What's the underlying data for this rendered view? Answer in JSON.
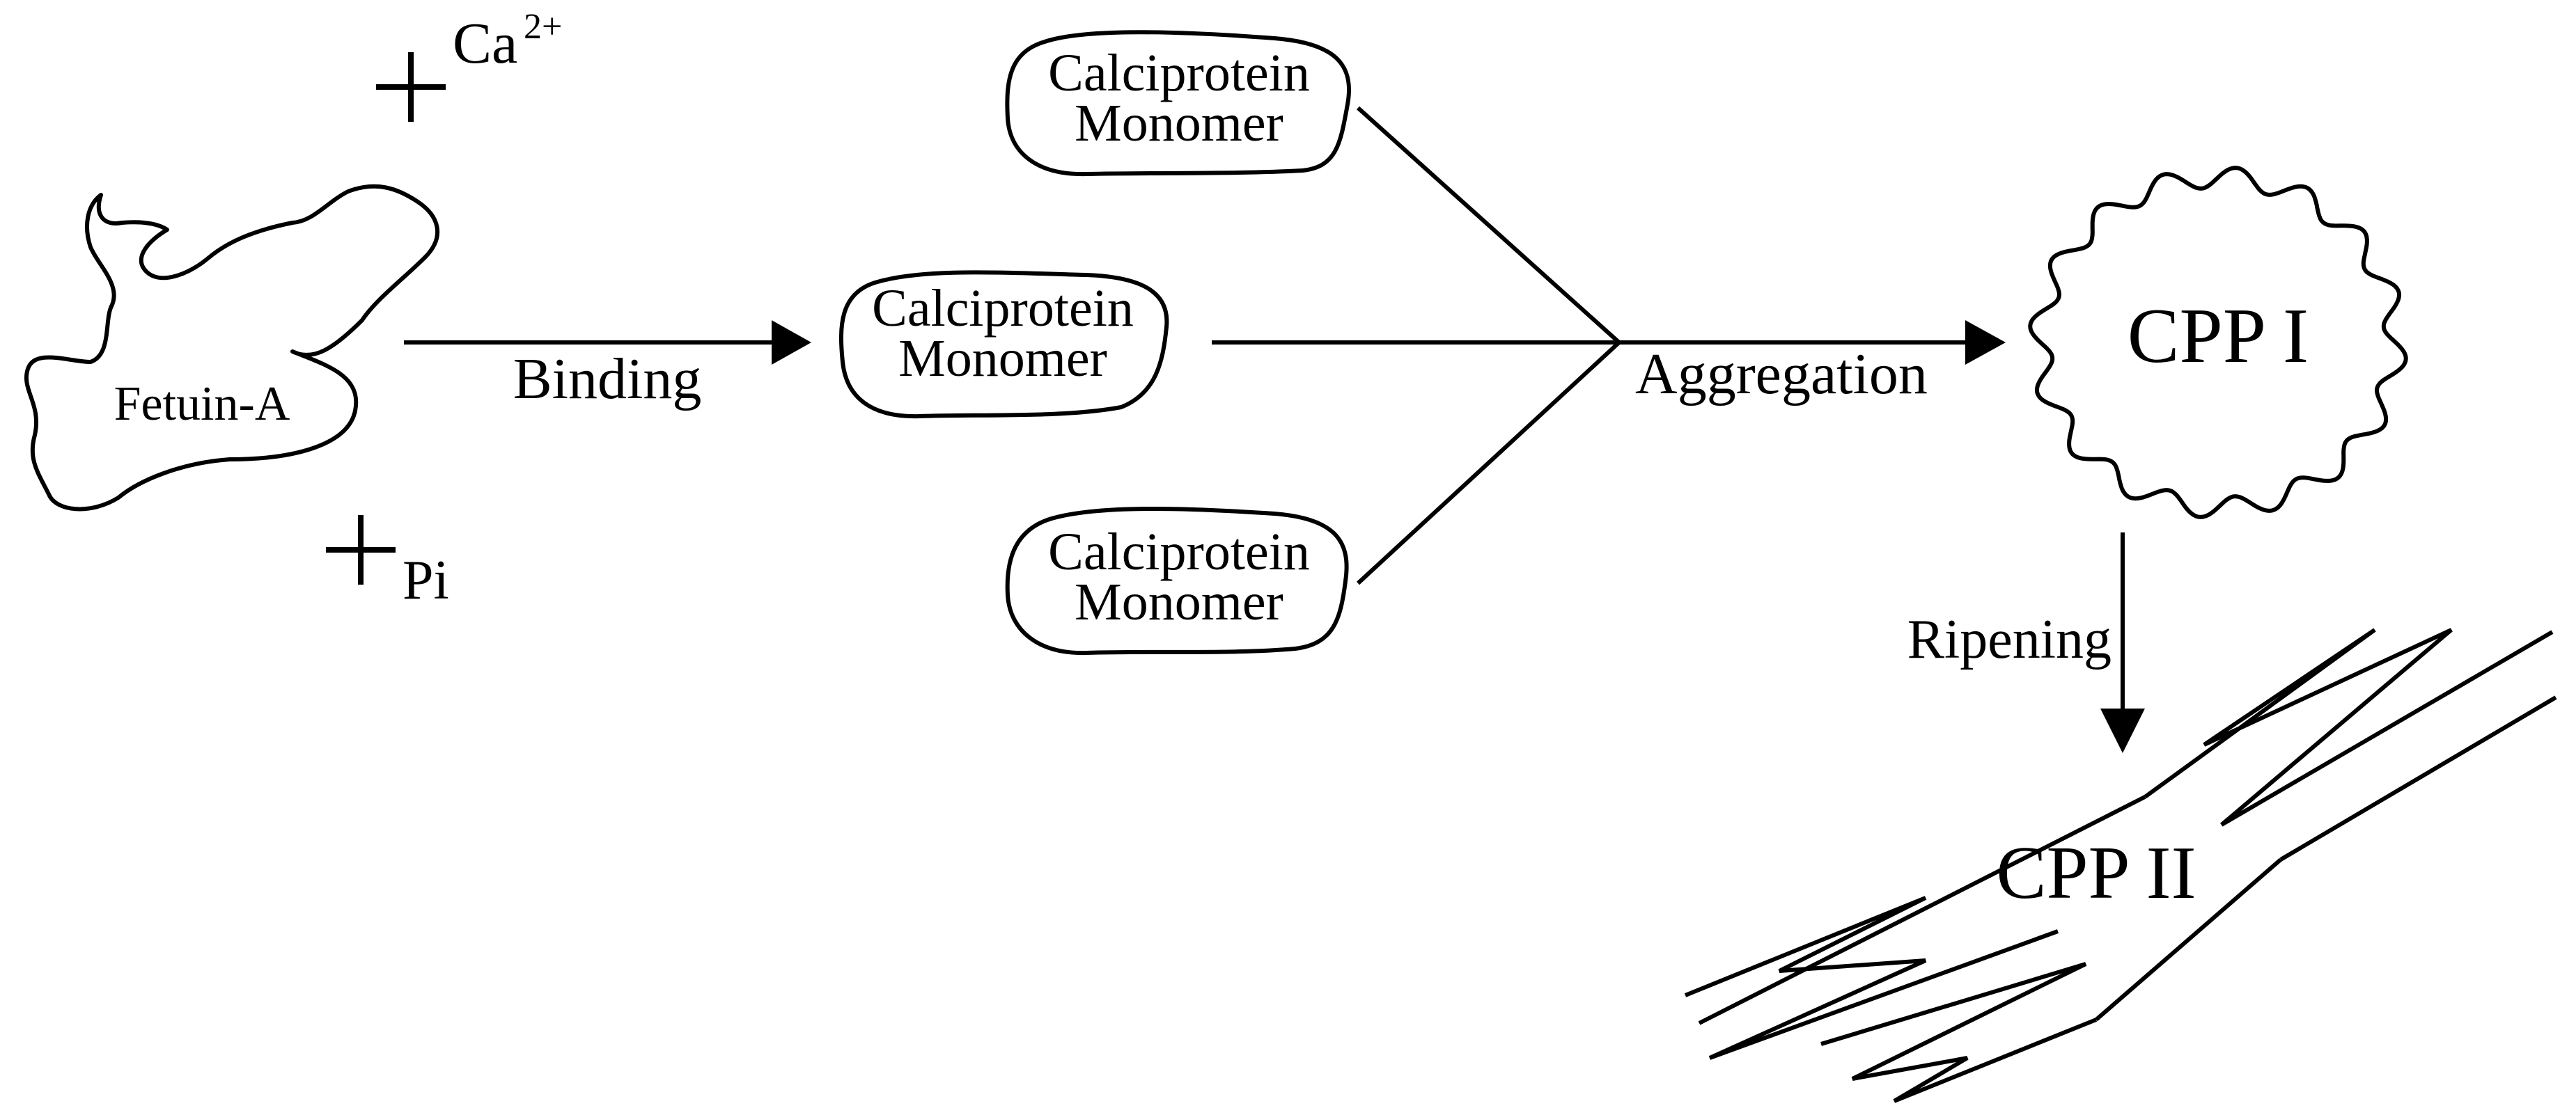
{
  "ions": {
    "calcium": "Ca",
    "calcium_charge": "2+",
    "phosphate": "Pi"
  },
  "nodes": {
    "fetuin": "Fetuin-A",
    "monomer_top_line1": "Calciprotein",
    "monomer_top_line2": "Monomer",
    "monomer_mid_line1": "Calciprotein",
    "monomer_mid_line2": "Monomer",
    "monomer_bot_line1": "Calciprotein",
    "monomer_bot_line2": "Monomer",
    "cpp1": "CPP I",
    "cpp2": "CPP II"
  },
  "steps": {
    "binding": "Binding",
    "aggregation": "Aggregation",
    "ripening": "Ripening"
  }
}
